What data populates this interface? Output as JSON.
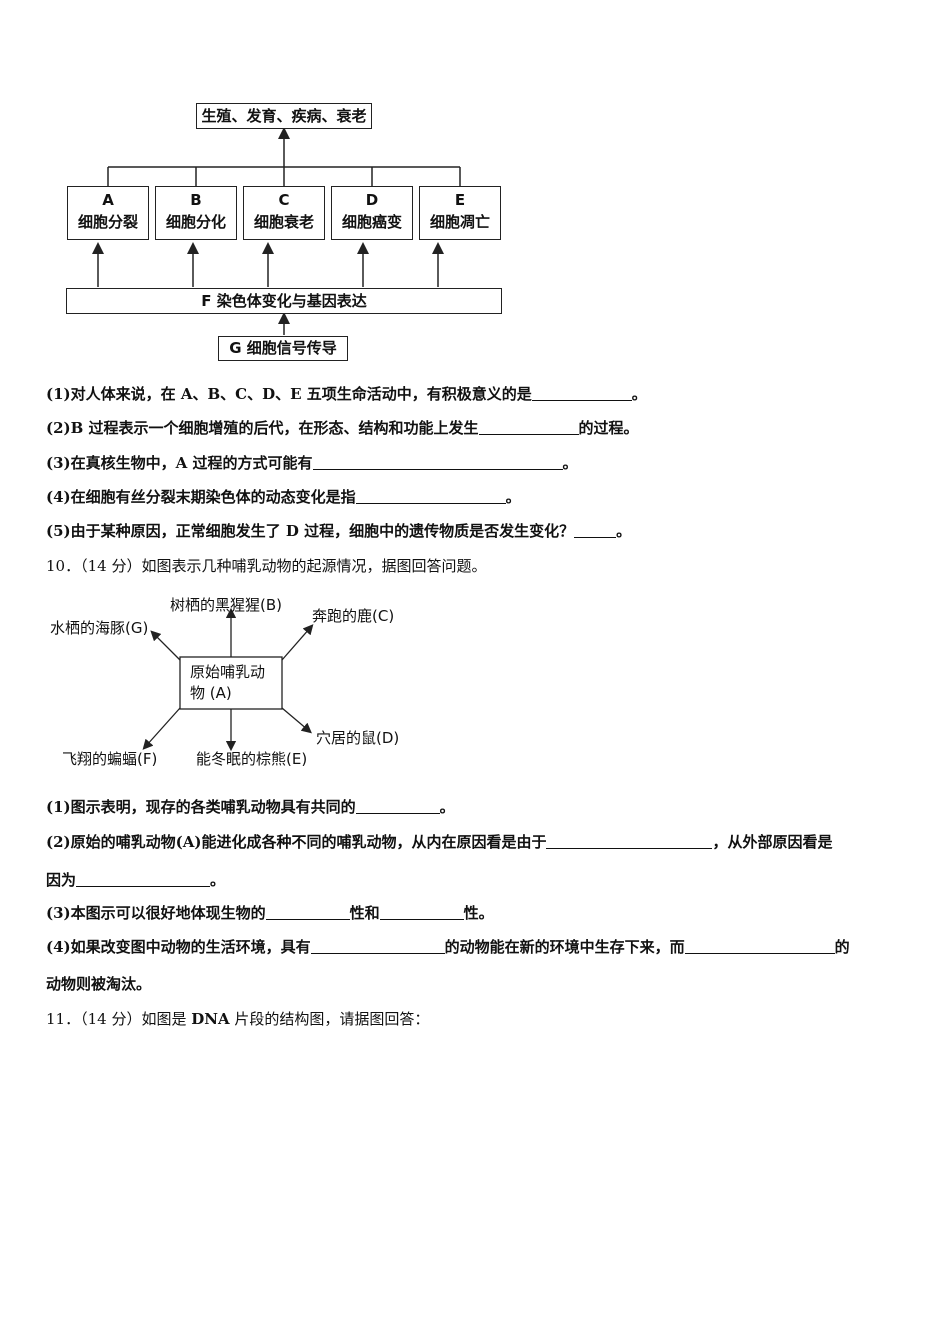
{
  "diagram1": {
    "top_box": "生殖、发育、疾病、衰老",
    "cells": [
      {
        "letter": "A",
        "name": "细胞分裂"
      },
      {
        "letter": "B",
        "name": "细胞分化"
      },
      {
        "letter": "C",
        "name": "细胞衰老"
      },
      {
        "letter": "D",
        "name": "细胞癌变"
      },
      {
        "letter": "E",
        "name": "细胞凋亡"
      }
    ],
    "f_box": "F 染色体变化与基因表达",
    "g_box": "G 细胞信号传导"
  },
  "q9": {
    "items": [
      {
        "text": "(1)对人体来说，在 A、B、C、D、E 五项生命活动中，有积极意义的是",
        "after": "。"
      },
      {
        "text": "(2)B 过程表示一个细胞增殖的后代，在形态、结构和功能上发生",
        "after": "的过程。"
      },
      {
        "text": "(3)在真核生物中，A 过程的方式可能有",
        "after": "。"
      },
      {
        "text": "(4)在细胞有丝分裂末期染色体的动态变化是指",
        "after": "。"
      },
      {
        "text": "(5)由于某种原因，正常细胞发生了 D 过程，细胞中的遗传物质是否发生变化？",
        "after": "。"
      }
    ]
  },
  "q10": {
    "heading": "10．（14 分）如图表示几种哺乳动物的起源情况，据图回答问题。",
    "center_line1": "原始哺乳动",
    "center_line2": "物 (A)",
    "animals": {
      "B": "树栖的黑猩猩(B)",
      "C": "奔跑的鹿(C)",
      "G": "水栖的海豚(G)",
      "D": "穴居的鼠(D)",
      "F": "飞翔的蝙蝠(F)",
      "E": "能冬眠的棕熊(E)"
    },
    "q1": "(1)图示表明，现存的各类哺乳动物具有共同的",
    "q1_after": "。",
    "q2a": "(2)原始的哺乳动物(A)能进化成各种不同的哺乳动物，从内在原因看是由于",
    "q2b": "，从外部原因看是",
    "q2c": "因为",
    "q2_after": "。",
    "q3a": "(3)本图示可以很好地体现生物的",
    "q3b": "性和",
    "q3c": "性。",
    "q4a": "(4)如果改变图中动物的生活环境，具有",
    "q4b": "的动物能在新的环境中生存下来，而",
    "q4c": "的",
    "q4d": "动物则被淘汰。"
  },
  "q11": {
    "heading_pre": "11．（14 分）如图是 ",
    "heading_bold": "DNA",
    "heading_post": " 片段的结构图，请据图回答："
  }
}
